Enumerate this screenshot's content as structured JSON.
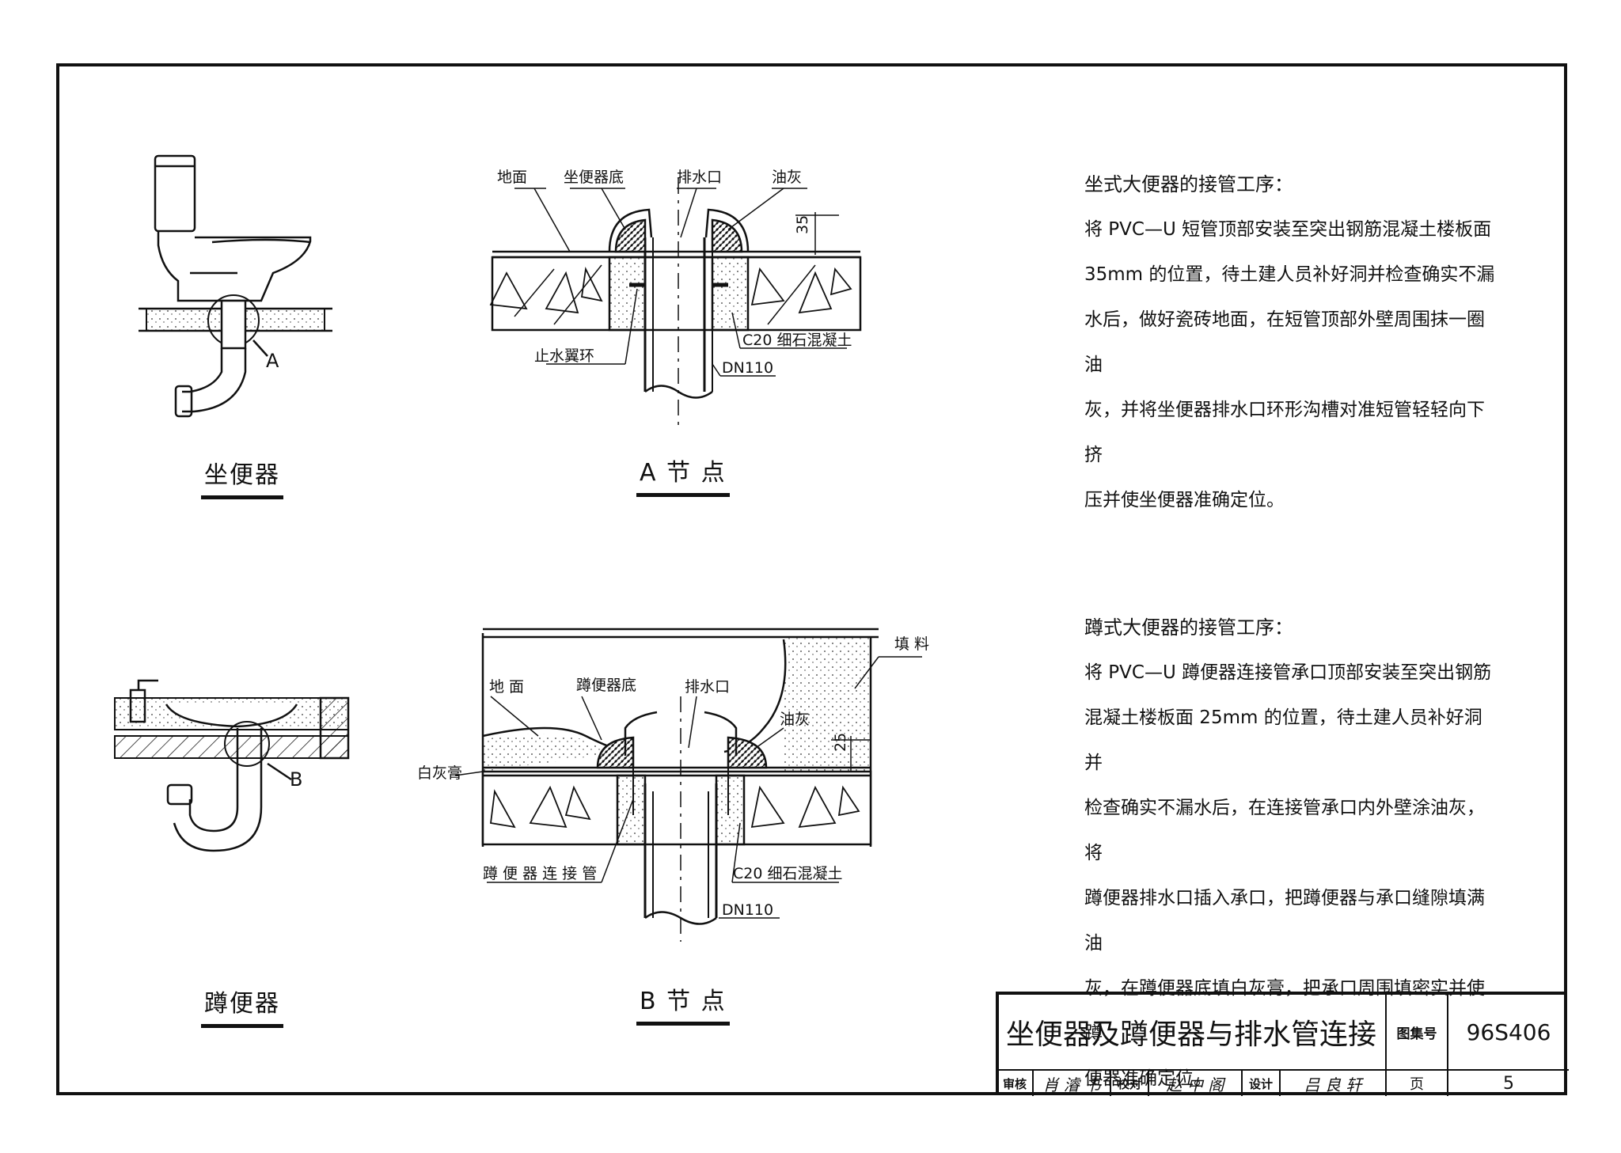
{
  "captions": {
    "toilet": "坐便器",
    "node_a": "A 节 点",
    "squat": "蹲便器",
    "node_b": "B 节 点"
  },
  "markers": {
    "a": "A",
    "b": "B"
  },
  "node_a_labels": {
    "floor": "地面",
    "toilet_base": "坐便器底",
    "outlet": "排水口",
    "putty": "油灰",
    "dim_35": "35",
    "water_ring": "止水翼环",
    "concrete": "C20 细石混凝土",
    "pipe_size": "DN110"
  },
  "node_b_labels": {
    "filler": "填 料",
    "floor": "地 面",
    "squat_base": "蹲便器底",
    "outlet": "排水口",
    "putty": "油灰",
    "dim_25": "25",
    "lime_paste": "白灰膏",
    "connector": "蹲 便 器 连 接 管",
    "concrete": "C20 细石混凝土",
    "pipe_size": "DN110"
  },
  "notes": {
    "sitting_title": "坐式大便器的接管工序：",
    "sitting_lines": [
      "将 PVC—U 短管顶部安装至突出钢筋混凝土楼板面",
      " 35mm 的位置，待土建人员补好洞并检查确实不漏",
      "水后，做好瓷砖地面，在短管顶部外壁周围抹一圈油",
      "灰，并将坐便器排水口环形沟槽对准短管轻轻向下挤",
      "压并使坐便器准确定位。"
    ],
    "squat_title": "蹲式大便器的接管工序：",
    "squat_lines": [
      "将 PVC—U 蹲便器连接管承口顶部安装至突出钢筋",
      "混凝土楼板面 25mm 的位置，待土建人员补好洞并",
      "检查确实不漏水后，在连接管承口内外壁涂油灰，将",
      "蹲便器排水口插入承口，把蹲便器与承口缝隙填满油",
      "灰，在蹲便器底填白灰膏，把承口周围填密实并使蹲",
      "便器准确定位。"
    ]
  },
  "title_block": {
    "title": "坐便器及蹲便器与排水管连接",
    "atlas_label": "图集号",
    "atlas_no": "96S406",
    "review_label": "审核",
    "review_sig": "肖 濬 书",
    "check_label": "校对",
    "check_sig": "赵 中 阁",
    "design_label": "设计",
    "design_sig": "吕 良 轩",
    "page_label": "页",
    "page_no": "5"
  }
}
